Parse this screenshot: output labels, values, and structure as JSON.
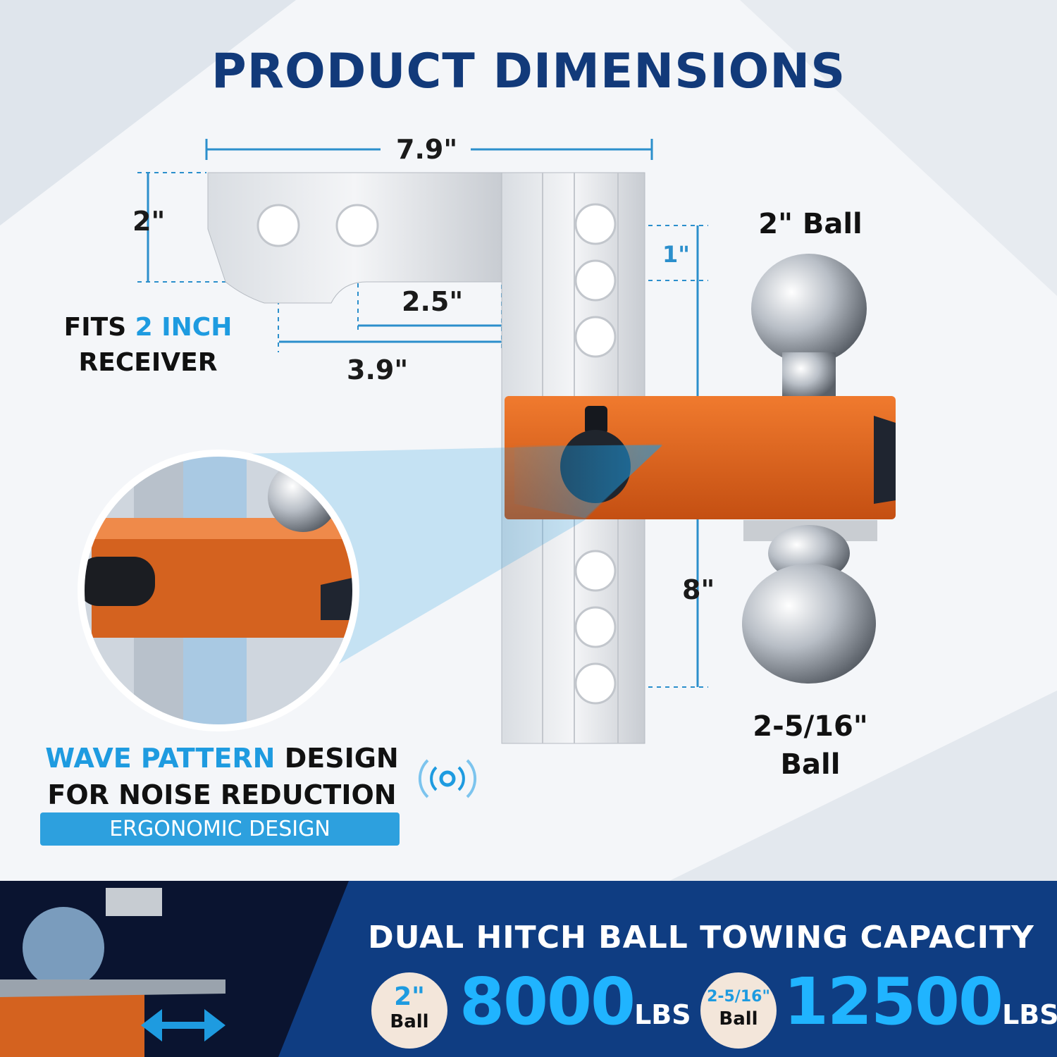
{
  "title": "PRODUCT DIMENSIONS",
  "dimensions": {
    "overall_length": "7.9\"",
    "height": "2\"",
    "hole_spacing": "1\"",
    "pin_to_shank_a": "2.5\"",
    "pin_to_shank_b": "3.9\"",
    "drop_rise": "8\""
  },
  "balls": {
    "top_label": "2\" Ball",
    "bottom_label_line1": "2-5/16\"",
    "bottom_label_line2": "Ball"
  },
  "receiver": {
    "prefix": "FITS ",
    "accent": "2 INCH",
    "line2": "RECEIVER"
  },
  "wave": {
    "accent": "WAVE PATTERN",
    "rest": " DESIGN",
    "line2": "FOR NOISE REDUCTION",
    "badge": "ERGONOMIC DESIGN"
  },
  "capacity": {
    "title": "DUAL HITCH BALL TOWING CAPACITY",
    "ball1_size": "2\"",
    "ball1_word": "Ball",
    "ball1_value": "8000",
    "ball2_size": "2-5/16\"",
    "ball2_word": "Ball",
    "ball2_value": "12500",
    "unit": "LBS"
  },
  "colors": {
    "navy": "#123a7a",
    "accent_blue": "#1e9be0",
    "orange": "#e0641e",
    "bottom_band": "#0f3d82"
  },
  "icons": [
    "sound-waves-icon",
    "double-arrow-icon"
  ]
}
